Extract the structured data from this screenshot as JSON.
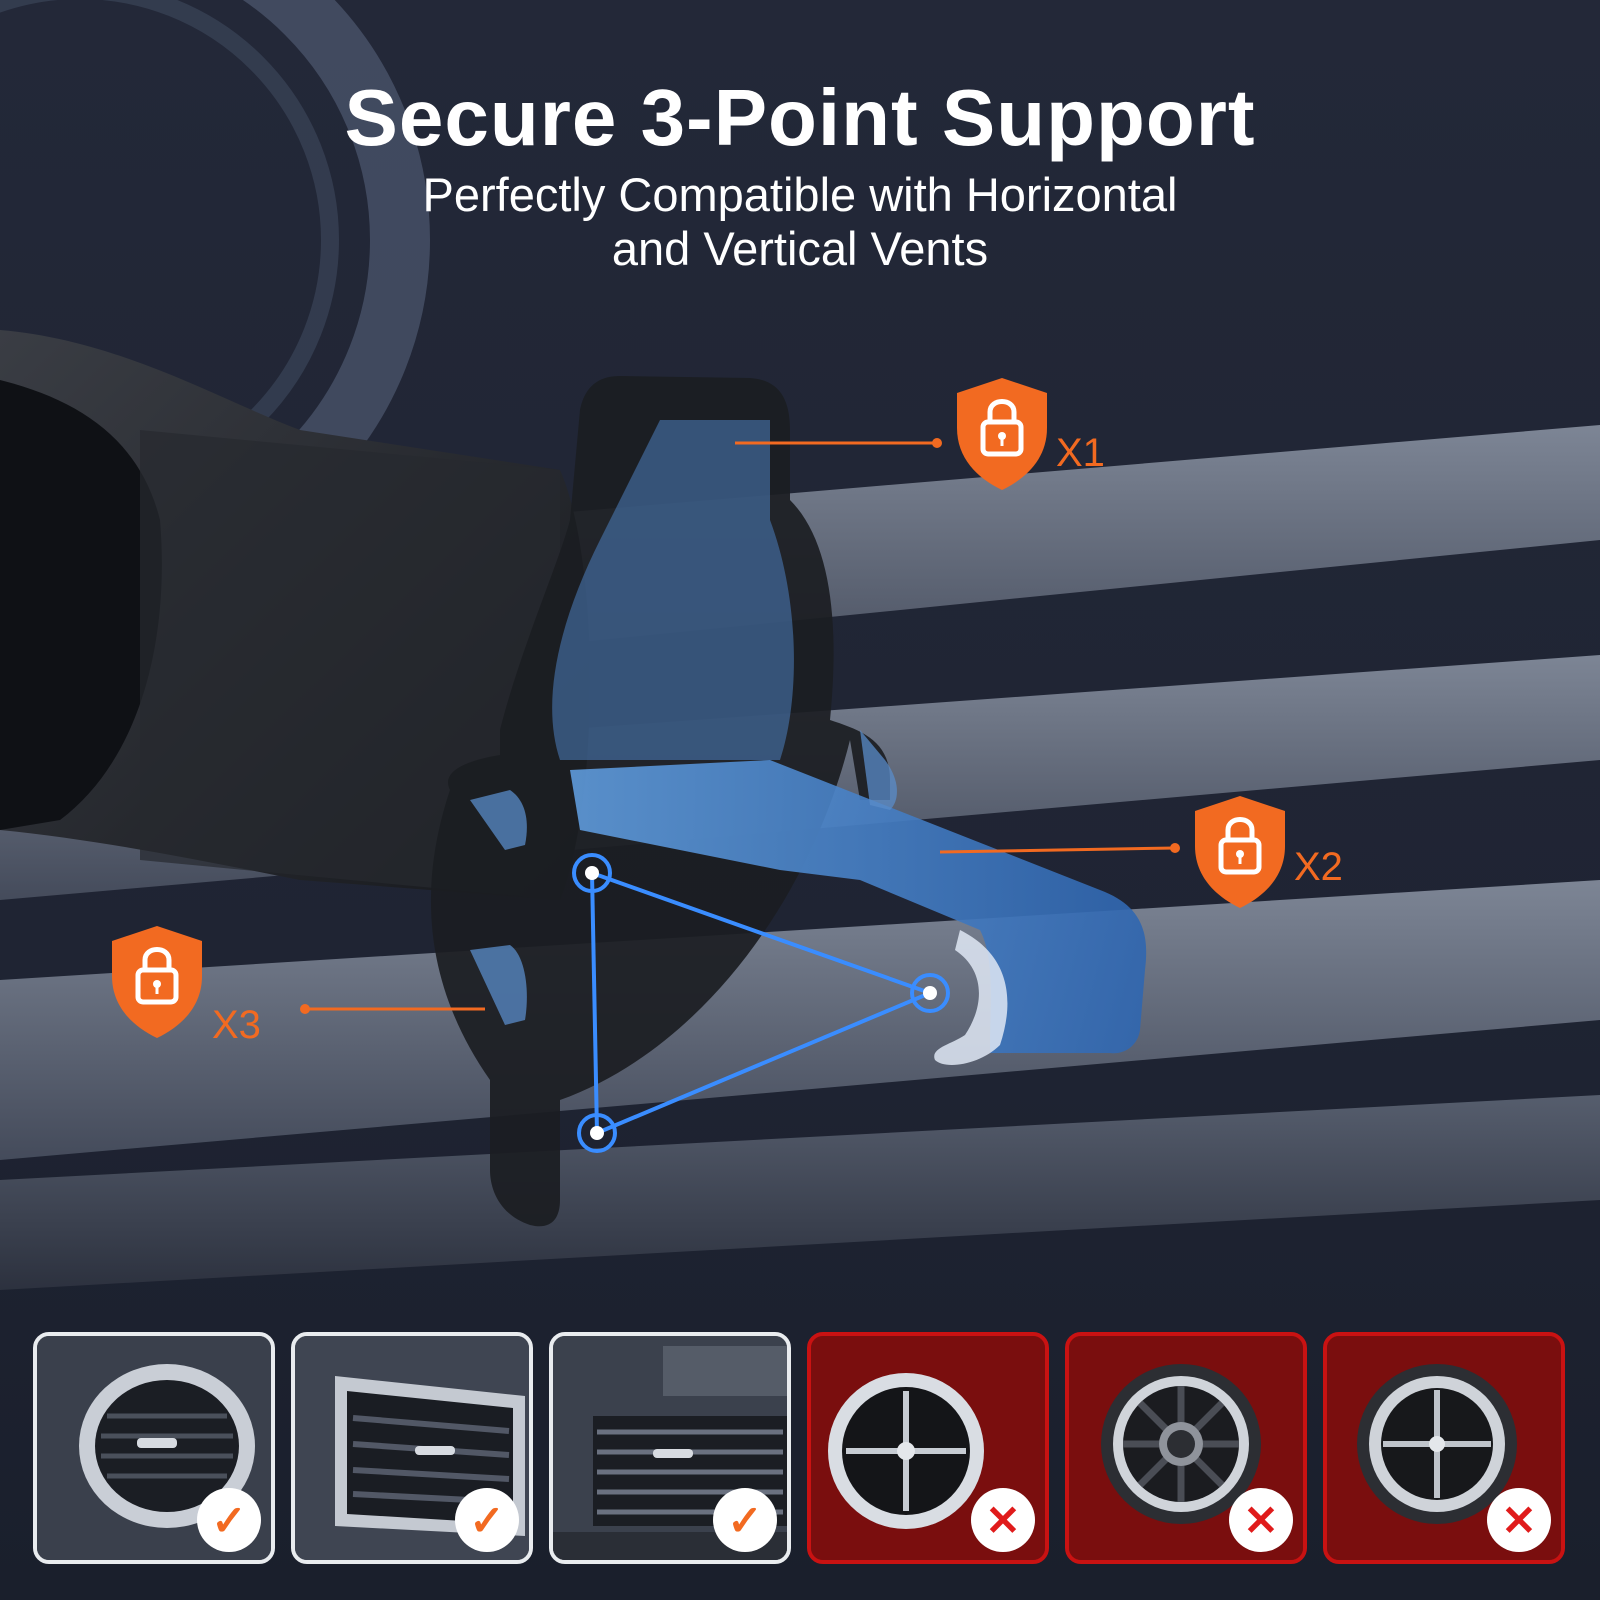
{
  "header": {
    "title": "Secure 3-Point Support",
    "subtitle_line1": "Perfectly Compatible with Horizontal",
    "subtitle_line2": "and Vertical Vents"
  },
  "callouts": [
    {
      "label": "X1",
      "icon": "lock-shield-icon"
    },
    {
      "label": "X2",
      "icon": "lock-shield-icon"
    },
    {
      "label": "X3",
      "icon": "lock-shield-icon"
    }
  ],
  "compatibility": [
    {
      "vent": "round-vent",
      "compatible": true,
      "mark": "✓"
    },
    {
      "vent": "rectangular-vent",
      "compatible": true,
      "mark": "✓"
    },
    {
      "vent": "horizontal-slat-vent",
      "compatible": true,
      "mark": "✓"
    },
    {
      "vent": "spherical-cross-vent",
      "compatible": false,
      "mark": "✕"
    },
    {
      "vent": "spherical-knob-vent",
      "compatible": false,
      "mark": "✕"
    },
    {
      "vent": "spherical-cross-vent",
      "compatible": false,
      "mark": "✕"
    }
  ],
  "colors": {
    "accent": "#f26a21",
    "support_lines": "#3a8dff",
    "background": "#1f2433",
    "ok_border": "#e9ecef",
    "no_border": "#c91212"
  }
}
